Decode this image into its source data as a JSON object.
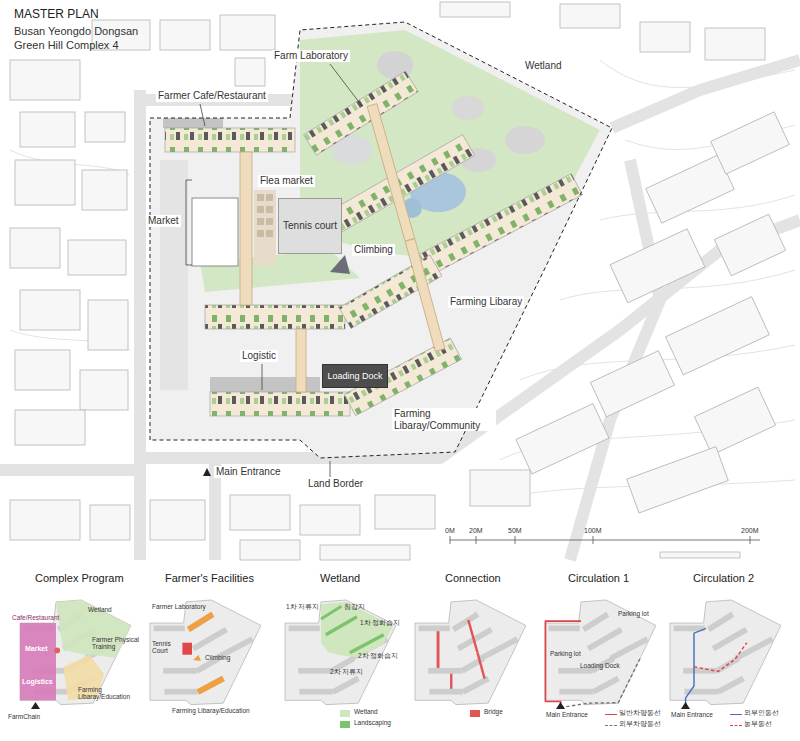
{
  "diagram": {
    "title": "MASTER PLAN",
    "nodes": [
      {
        "text": [
          "Tennis court"
        ]
      },
      {
        "text": [
          "Loading Dock"
        ]
      }
    ],
    "labels": [
      "Busan Yeongdo Dongsan",
      "Green Hill Complex 4",
      "Farm Laboratory",
      "Wetland",
      "Farmer Cafe/Restaurant",
      "Flea market",
      "Market",
      "Climbing",
      "Farming Libaray",
      "Logistic",
      "Farming Libaray/Community",
      "Main Entrance",
      "Land Border",
      "0M",
      "20M",
      "50M",
      "100M",
      "200M",
      "Complex Program",
      "Farmer's Facilities",
      "Wetland",
      "Connection",
      "Circulation 1",
      "Circulation 2",
      "Wetland",
      "Cafe/Restaurant",
      "Market",
      "Farmer Physical Training",
      "Farming Libaray/Education",
      "Logistics",
      "FarmChain",
      "Farmer Laboratory",
      "Tennis Court",
      "Climbing",
      "Farming Libaray/Education",
      "1차 저류지",
      "침강지",
      "1차 정화습지",
      "2차 정화습지",
      "2차 저류지",
      "Parking lot",
      "Parking lot",
      "Loading Dock",
      "Main Entrance",
      "Main Entrance"
    ],
    "legend": [
      {
        "text": "Wetland",
        "color": "#cfe6be"
      },
      {
        "text": "Landscaping",
        "color": "#7cc46b"
      },
      {
        "text": "Bridge",
        "color": "#e05555"
      },
      {
        "text": "일반차량동선"
      },
      {
        "text": "외부차량동선"
      },
      {
        "text": "외부인동선"
      },
      {
        "text": "농부동선"
      }
    ]
  }
}
